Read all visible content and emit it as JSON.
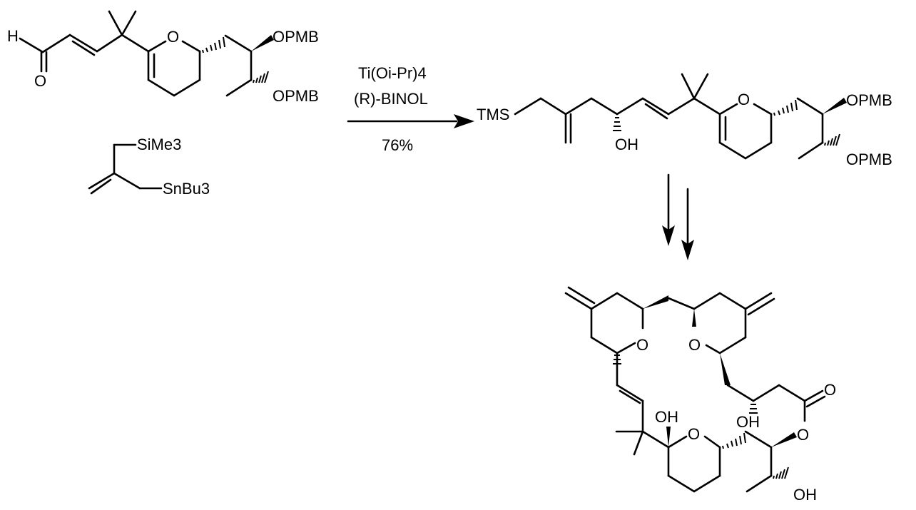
{
  "reagents": {
    "line1": "Ti(Oi-Pr)4",
    "line2": "(R)-BINOL",
    "yield": "76%"
  },
  "labels": {
    "h": "H",
    "o": "O",
    "opmb": "OPMB",
    "tms": "TMS",
    "oh": "OH",
    "sime3": "SiMe3",
    "snbu3": "SnBu3"
  }
}
